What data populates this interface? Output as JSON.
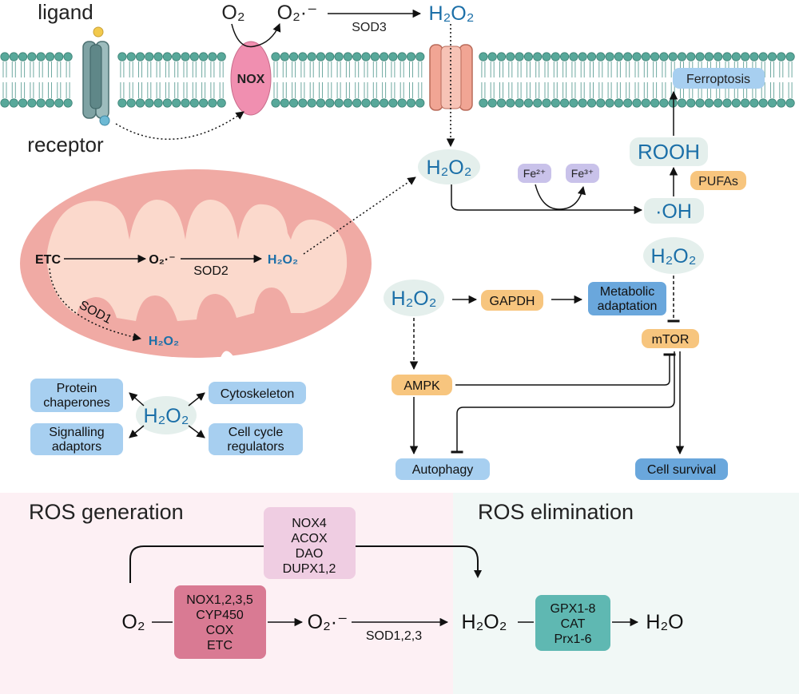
{
  "colors": {
    "h2o2_text": "#1b6fa8",
    "blue_box": "#a7cff0",
    "blue_box_dark": "#6aa7dc",
    "orange_box": "#f7c57e",
    "light_bubble": "#e4efec",
    "mito_outer": "#f0aaa4",
    "mito_inner": "#fbd9cc",
    "nox": "#f08fb0",
    "purple": "#c9c2ea",
    "gen_bg": "#fdf0f4",
    "elim_bg": "#f1f8f6",
    "gen_box_dark": "#d97a93",
    "gen_box_light": "#efcde2",
    "elim_box": "#5fb8b2"
  },
  "membrane": {
    "ligand": "ligand",
    "receptor": "receptor",
    "nox": "NOX",
    "o2": "O₂",
    "superoxide": "O₂·⁻",
    "sod3": "SOD3",
    "h2o2_top": "H₂O₂",
    "ferroptosis": "Ferroptosis"
  },
  "fenton": {
    "h2o2": "H₂O₂",
    "fe2": "Fe²⁺",
    "fe3": "Fe³⁺",
    "oh": "·OH",
    "rooh": "ROOH",
    "pufas": "PUFAs"
  },
  "mito": {
    "etc": "ETC",
    "superoxide": "O₂·⁻",
    "sod2": "SOD2",
    "h2o2": "H₂O₂",
    "sod1": "SOD1",
    "h2o2_sod1": "H₂O₂"
  },
  "targets": {
    "center": "H₂O₂",
    "protein_chaperones": [
      "Protein",
      "chaperones"
    ],
    "cytoskeleton": "Cytoskeleton",
    "signalling_adaptors": [
      "Signalling",
      "adaptors"
    ],
    "cell_cycle_regulators": [
      "Cell cycle",
      "regulators"
    ]
  },
  "signaling": {
    "h2o2_left": "H₂O₂",
    "gapdh": "GAPDH",
    "metabolic": [
      "Metabolic",
      "adaptation"
    ],
    "h2o2_right": "H₂O₂",
    "mtor": "mTOR",
    "ampk": "AMPK",
    "autophagy": "Autophagy",
    "cell_survival": "Cell survival"
  },
  "bottom": {
    "generation_title": "ROS generation",
    "elimination_title": "ROS elimination",
    "o2": "O₂",
    "superoxide": "O₂·⁻",
    "sod123": "SOD1,2,3",
    "h2o2": "H₂O₂",
    "h2o": "H₂O",
    "gen_enzymes": [
      "NOX1,2,3,5",
      "CYP450",
      "COX",
      "ETC"
    ],
    "direct_enzymes": [
      "NOX4",
      "ACOX",
      "DAO",
      "DUPX1,2"
    ],
    "elim_enzymes": [
      "GPX1-8",
      "CAT",
      "Prx1-6"
    ]
  }
}
